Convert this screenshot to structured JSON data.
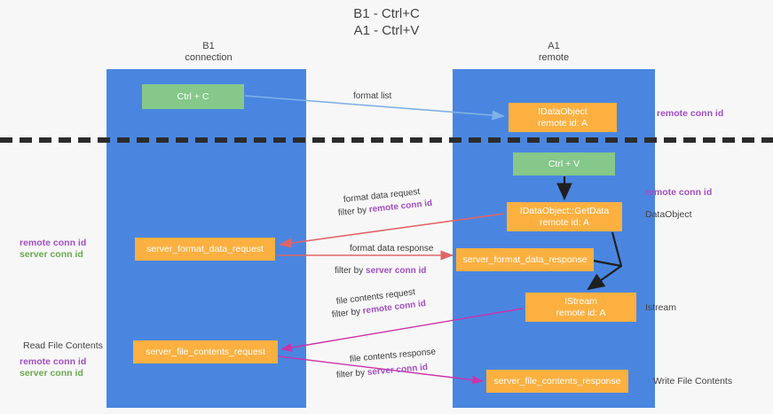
{
  "title": {
    "line1": "B1 - Ctrl+C",
    "line2": "A1 - Ctrl+V"
  },
  "lanes": [
    {
      "id": "b1",
      "title": "B1",
      "subtitle": "connection",
      "color": "#4a86e0"
    },
    {
      "id": "a1",
      "title": "A1",
      "subtitle": "remote",
      "color": "#4a86e0"
    }
  ],
  "nodes": {
    "ctrl_c": {
      "label": "Ctrl + C",
      "color": "#85c88a"
    },
    "idataobject": {
      "label": "IDataObject",
      "sub": "remote id: A",
      "color": "#fbb040"
    },
    "ctrl_v": {
      "label": "Ctrl + V",
      "color": "#85c88a"
    },
    "getdata": {
      "label": "IDataObject::GetData",
      "sub": "remote id: A",
      "color": "#fbb040"
    },
    "server_format_data_request": {
      "label": "server_format_data_request",
      "color": "#fbb040"
    },
    "server_format_data_response": {
      "label": "server_format_data_response",
      "color": "#fbb040"
    },
    "istream": {
      "label": "IStream",
      "sub": "remote id: A",
      "color": "#fbb040"
    },
    "server_file_contents_request": {
      "label": "server_file_contents_request",
      "color": "#fbb040"
    },
    "server_file_contents_response": {
      "label": "server_file_contents_response",
      "color": "#fbb040"
    }
  },
  "edges": {
    "format_list": "format list",
    "format_data_request": "format data request",
    "format_data_request_filter_prefix": "filter by ",
    "format_data_request_filter_key": "remote conn id",
    "format_data_response": "format data response",
    "format_data_response_filter_prefix": "filter by ",
    "format_data_response_filter_key": "server conn id",
    "file_contents_request": "file contents request",
    "file_contents_request_filter_prefix": "filter by ",
    "file_contents_request_filter_key": "remote conn id",
    "file_contents_response": "file contents response",
    "file_contents_response_filter_prefix": "filter by ",
    "file_contents_response_filter_key": "server conn id"
  },
  "annotations": {
    "right_remote_conn_id_top": "remote conn id",
    "right_remote_conn_id_mid": "remote conn id",
    "right_dataobject": "DataObject",
    "right_istream": "Istream",
    "right_write_file_contents": "Write File Contents",
    "left_remote_conn_id": "remote conn id",
    "left_server_conn_id": "server conn id",
    "left_read_file_contents": "Read File Contents",
    "left_remote_conn_id_2": "remote conn id",
    "left_server_conn_id_2": "server conn id"
  },
  "colors": {
    "lane": "#4a86e0",
    "green_node": "#85c88a",
    "orange_node": "#fbb040",
    "purple_text": "#a24fc4",
    "green_text": "#6aa84f",
    "arrow_blue": "#7fb2e5",
    "arrow_red": "#e06666",
    "arrow_magenta": "#cc33aa",
    "arrow_black": "#202020",
    "background": "#f7f7f7",
    "divider": "#2b2b2b"
  }
}
